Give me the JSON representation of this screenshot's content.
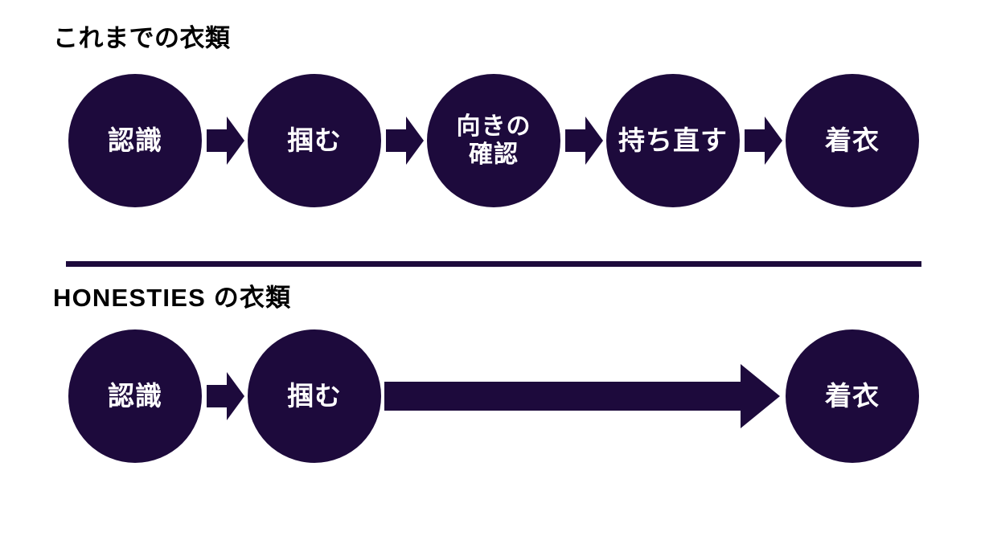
{
  "page": {
    "background_color": "#ffffff",
    "accent_color": "#1d0a3c",
    "text_on_accent": "#ffffff",
    "heading_color": "#000000"
  },
  "sections": {
    "legacy": {
      "heading": "これまでの衣類",
      "steps": [
        {
          "label": "認識",
          "lines": 1
        },
        {
          "label": "掴む",
          "lines": 1
        },
        {
          "label": "向きの\n確認",
          "lines": 2
        },
        {
          "label": "持ち直す",
          "lines": 1
        },
        {
          "label": "着衣",
          "lines": 1
        }
      ],
      "connectors": [
        "block-arrow-right",
        "block-arrow-right",
        "block-arrow-right",
        "block-arrow-right"
      ]
    },
    "honesties": {
      "heading": "HONESTIES の衣類",
      "steps": [
        {
          "label": "認識",
          "lines": 1
        },
        {
          "label": "掴む",
          "lines": 1
        },
        {
          "label": "着衣",
          "lines": 1
        }
      ],
      "connectors": [
        "block-arrow-right",
        "long-arrow-right"
      ]
    }
  },
  "divider": {
    "name": "section-divider",
    "color": "#1d0a3c"
  }
}
